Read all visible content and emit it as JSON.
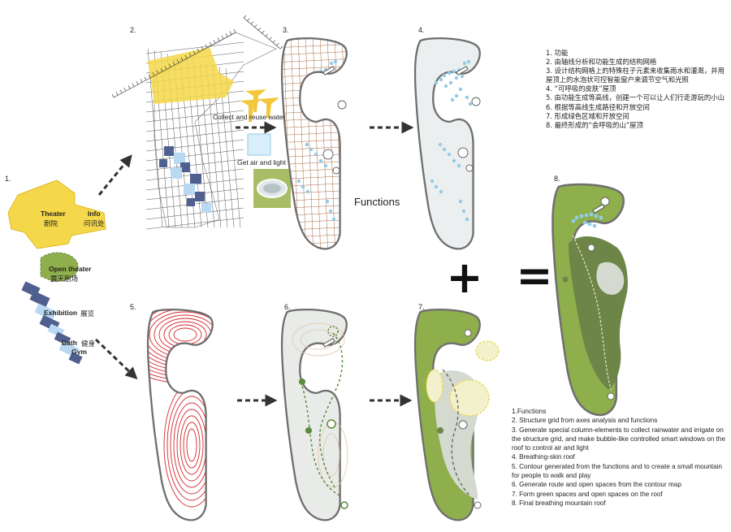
{
  "panel_numbers": [
    "1.",
    "2.",
    "3.",
    "4.",
    "5.",
    "6.",
    "7.",
    "8."
  ],
  "program_labels": {
    "theater_en": "Theater",
    "theater_cn": "剧院",
    "info_en": "Info",
    "info_cn": "问讯处",
    "open_theater_en": "Open theater",
    "open_theater_cn": "露天剧场",
    "exhibition_en": "Exhibition",
    "exhibition_cn": "展览",
    "bath_en": "Bath",
    "bath_cn": "健身",
    "gym_en": "Gym"
  },
  "annotations": {
    "collect_water": "Collect and reuse water",
    "air_light": "Get air and light",
    "functions": "Functions"
  },
  "operators": {
    "plus": "+",
    "equals": "="
  },
  "steps_cn": [
    "1. 功能",
    "2. 由轴线分析和功能生成的结构网格",
    "3. 设计结构网格上的特殊柱子元素来收集雨水和灌溉，并用屋顶上的水泡状可控智能窗户来调节空气和光照",
    "4. “可呼吸的皮肤”屋顶",
    "5. 由功能生成等高线，创建一个可以让人们行走游玩的小山",
    "6. 根据等高线生成路径和开放空间",
    "7. 形成绿色区域和开放空间",
    "8. 最终形成的“会呼吸的山”屋顶"
  ],
  "steps_en": [
    "1.Functions",
    "2. Structure grid from axes analysis and functions",
    "3. Generate special column-elements to collect rainwater and irrigate on the structure grid, and make bubble-like controlled smart windows on the roof to control air and light",
    "4. Breathing-skin roof",
    "5. Contour generated from the functions and to create a small mountain for people to walk and play",
    "6. Generate route and open spaces from the contour map",
    "7. Form green spaces and open spaces on the roof",
    "8. Final breathing mountain roof"
  ],
  "colors": {
    "yellow": "#f5d84a",
    "blue": "#b9d9f2",
    "dark_blue": "#4f5f8e",
    "green": "#8fae4c",
    "dark_green": "#6d8648",
    "red": "#d8262c",
    "outline": "#6f6f6f",
    "water": "#93cbe8"
  }
}
